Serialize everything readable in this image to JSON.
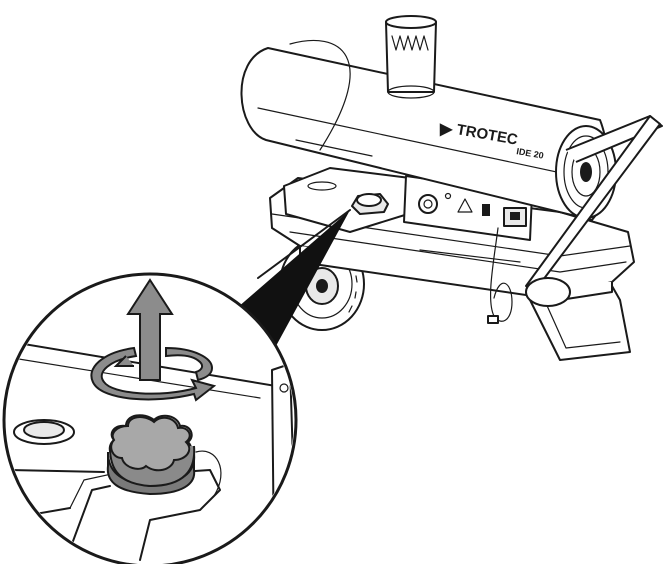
{
  "brand": {
    "logo_mark": "▶",
    "name": "TROTEC",
    "model": "IDE 20"
  },
  "instruction": {
    "action": "lift-and-twist-cap",
    "arrow_up_color": "#8c8c8c",
    "arrow_rotate_color": "#8c8c8c",
    "cap_color": "#9a9a9a"
  },
  "panel_icons": [
    "dial-knob-icon",
    "warning-triangle-icon",
    "power-switch-icon",
    "socket-icon"
  ]
}
